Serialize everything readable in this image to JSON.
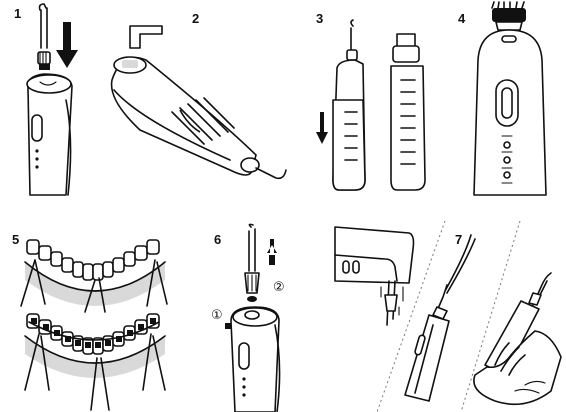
{
  "steps": [
    {
      "number": "1"
    },
    {
      "number": "2"
    },
    {
      "number": "3"
    },
    {
      "number": "4"
    },
    {
      "number": "5"
    },
    {
      "number": "6"
    },
    {
      "number": "7"
    }
  ],
  "callouts": {
    "one": "①",
    "two": "②"
  }
}
